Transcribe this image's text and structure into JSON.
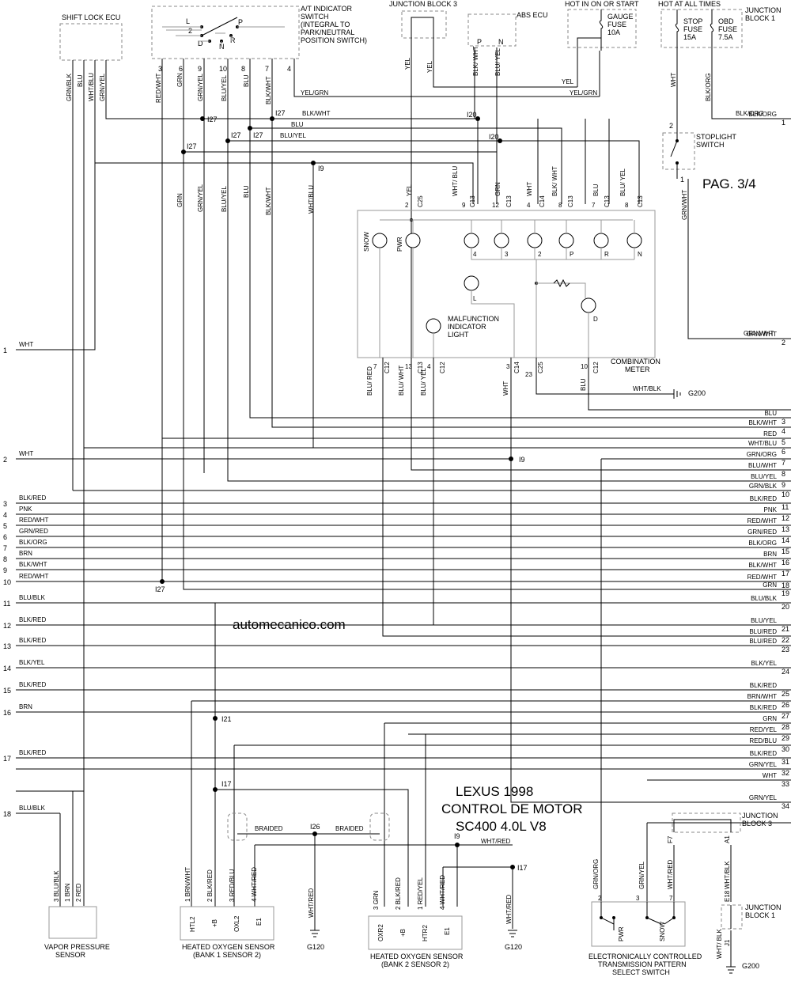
{
  "components": {
    "shift_lock_ecu": "SHIFT LOCK ECU",
    "at_indicator_switch": [
      "A/T INDICATOR",
      "SWITCH",
      "(INTEGRAL TO",
      "PARK/NEUTRAL",
      "POSITION SWITCH)"
    ],
    "junction_block_3_top": "JUNCTION BLOCK 3",
    "abs_ecu": "ABS ECU",
    "hot_on": "HOT IN ON OR START",
    "hot_all": "HOT AT ALL TIMES",
    "junction_block_1_top": [
      "JUNCTION",
      "BLOCK 1"
    ],
    "gauge_fuse": [
      "GAUGE",
      "FUSE",
      "10A"
    ],
    "stop_fuse": [
      "STOP",
      "FUSE",
      "15A"
    ],
    "obd_fuse": [
      "OBD",
      "FUSE",
      "7.5A"
    ],
    "stoplight_switch": [
      "STOPLIGHT",
      "SWITCH"
    ],
    "page": "PAG. 3/4",
    "combination_meter": [
      "COMBINATION",
      "METER"
    ],
    "malfunction_light": [
      "MALFUNCTION",
      "INDICATOR",
      "LIGHT"
    ],
    "vapor_sensor": [
      "VAPOR PRESSURE",
      "SENSOR"
    ],
    "ho2_bank1": [
      "HEATED OXYGEN SENSOR",
      "(BANK 1 SENSOR 2)"
    ],
    "ho2_bank2": [
      "HEATED OXYGEN SENSOR",
      "(BANK 2 SENSOR 2)"
    ],
    "ect_switch": [
      "ELECTRONICALLY CONTROLLED",
      "TRANSMISSION PATTERN",
      "SELECT SWITCH"
    ],
    "junction_block_3_bot": [
      "JUNCTION",
      "BLOCK 3"
    ],
    "junction_block_1_bot": [
      "JUNCTION",
      "BLOCK 1"
    ],
    "braided": "BRAIDED"
  },
  "title_block": [
    "LEXUS 1998",
    "CONTROL DE MOTOR",
    "SC400 4.0L V8"
  ],
  "watermark": "automecanico.com",
  "grounds": {
    "g200a": "G200",
    "g120a": "G120",
    "g120b": "G120",
    "g200b": "G200"
  },
  "junctions": {
    "i27a": "I27",
    "i27b": "I27",
    "i27c": "I27",
    "i27d": "I27",
    "i27e": "I27",
    "i27f": "I27",
    "i20a": "I20",
    "i20b": "I20",
    "i9a": "I9",
    "i9b": "I9",
    "i9c": "I9",
    "i21": "I21",
    "i17a": "I17",
    "i17b": "I17",
    "i26": "I26"
  },
  "left_terminals": [
    {
      "n": "1",
      "label": "WHT"
    },
    {
      "n": "2",
      "label": "WHT"
    },
    {
      "n": "3",
      "label": "BLK/RED"
    },
    {
      "n": "4",
      "label": "PNK"
    },
    {
      "n": "5",
      "label": "RED/WHT"
    },
    {
      "n": "6",
      "label": "GRN/RED"
    },
    {
      "n": "7",
      "label": "BLK/ORG"
    },
    {
      "n": "8",
      "label": "BRN"
    },
    {
      "n": "9",
      "label": "BLK/WHT"
    },
    {
      "n": "10",
      "label": "RED/WHT"
    },
    {
      "n": "11",
      "label": "BLU/BLK"
    },
    {
      "n": "12",
      "label": "BLK/RED"
    },
    {
      "n": "13",
      "label": "BLK/RED"
    },
    {
      "n": "14",
      "label": "BLK/YEL"
    },
    {
      "n": "15",
      "label": "BLK/RED"
    },
    {
      "n": "16",
      "label": "BRN"
    },
    {
      "n": "17",
      "label": "BLK/RED"
    },
    {
      "n": "18",
      "label": "BLU/BLK"
    }
  ],
  "right_terminals": [
    {
      "n": "1",
      "label": "BLK/ORG"
    },
    {
      "n": "2",
      "label": "GRN/WHT"
    },
    {
      "n": "3",
      "label": "BLU"
    },
    {
      "n": "4",
      "label": "BLK/WHT"
    },
    {
      "n": "5",
      "label": "RED"
    },
    {
      "n": "6",
      "label": "WHT/BLU"
    },
    {
      "n": "7",
      "label": "GRN/ORG"
    },
    {
      "n": "8",
      "label": "BLU/WHT"
    },
    {
      "n": "9",
      "label": "BLU/YEL"
    },
    {
      "n": "10",
      "label": "GRN/BLK"
    },
    {
      "n": "11",
      "label": "BLK/RED"
    },
    {
      "n": "12",
      "label": "PNK"
    },
    {
      "n": "13",
      "label": "RED/WHT"
    },
    {
      "n": "14",
      "label": "GRN/RED"
    },
    {
      "n": "15",
      "label": "BLK/ORG"
    },
    {
      "n": "16",
      "label": "BRN"
    },
    {
      "n": "17",
      "label": "BLK/WHT"
    },
    {
      "n": "18",
      "label": "RED/WHT"
    },
    {
      "n": "19",
      "label": "GRN"
    },
    {
      "n": "20",
      "label": "BLU/BLK"
    },
    {
      "n": "21",
      "label": "BLU/YEL"
    },
    {
      "n": "22",
      "label": "BLU/RED"
    },
    {
      "n": "23",
      "label": "BLU/RED"
    },
    {
      "n": "24",
      "label": "BLK/YEL"
    },
    {
      "n": "25",
      "label": "BLK/RED"
    },
    {
      "n": "26",
      "label": "BRN/WHT"
    },
    {
      "n": "27",
      "label": "BLK/RED"
    },
    {
      "n": "28",
      "label": "GRN"
    },
    {
      "n": "29",
      "label": "RED/YEL"
    },
    {
      "n": "30",
      "label": "RED/BLU"
    },
    {
      "n": "31",
      "label": "BLK/RED"
    },
    {
      "n": "32",
      "label": "GRN/YEL"
    },
    {
      "n": "33",
      "label": "WHT"
    },
    {
      "n": "34",
      "label": "GRN/YEL"
    }
  ],
  "wire_labels": {
    "yel_grn": "YEL/GRN",
    "yel": "YEL",
    "blk_wht": "BLK/WHT",
    "blu": "BLU",
    "blu_yel": "BLU/YEL",
    "wht_blk": "WHT/BLK",
    "wht_red": "WHT/RED",
    "blk_org": "BLK/ORG",
    "grn_wht": "GRN/WHT",
    "wht": "WHT"
  }
}
